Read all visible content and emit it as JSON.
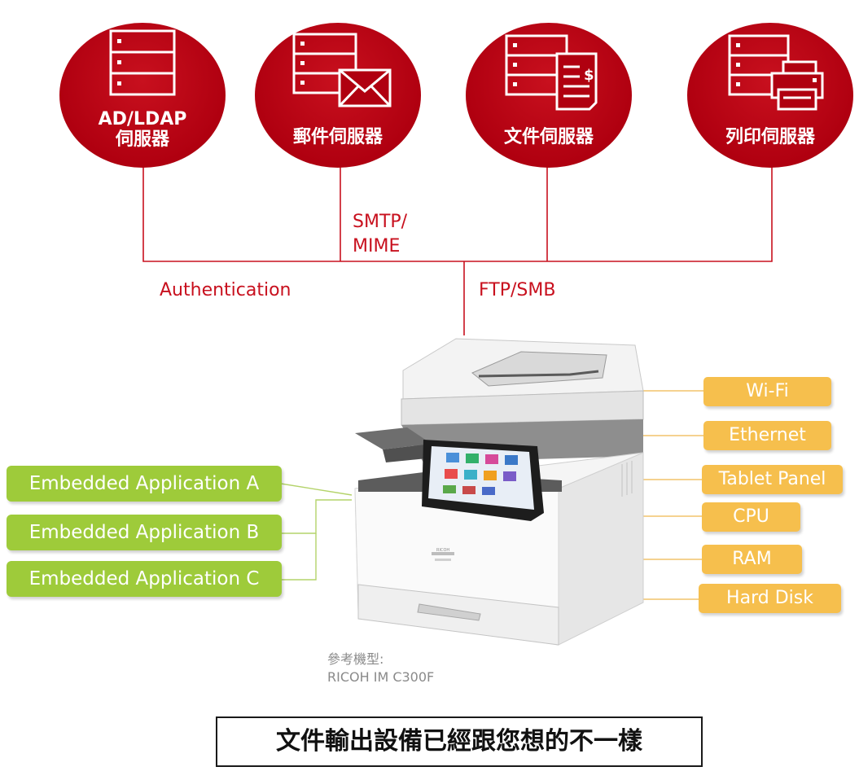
{
  "servers": [
    {
      "line1": "AD/LDAP",
      "line2": "伺服器",
      "icon": "server-rack-icon"
    },
    {
      "line1": "郵件伺服器",
      "icon": "mail-server-icon"
    },
    {
      "line1": "文件伺服器",
      "icon": "document-server-icon"
    },
    {
      "line1": "列印伺服器",
      "icon": "print-server-icon"
    }
  ],
  "protocols": {
    "smtp_line1": "SMTP/",
    "smtp_line2": "MIME",
    "authentication": "Authentication",
    "ftp_smb": "FTP/SMB"
  },
  "applications": [
    "Embedded Application A",
    "Embedded Application B",
    "Embedded Application C"
  ],
  "components": [
    "Wi-Fi",
    "Ethernet",
    "Tablet Panel",
    "CPU",
    "RAM",
    "Hard Disk"
  ],
  "printer": {
    "icon": "multifunction-printer-image",
    "brand": "RICOH",
    "caption_line1": "參考機型:",
    "caption_line2": "RICOH  IM C300F"
  },
  "tagline": "文件輸出設備已經跟您想的不一樣",
  "colors": {
    "brand_red": "#c8101e",
    "app_green": "#9ecb3a",
    "component_orange": "#f6bf4d"
  }
}
